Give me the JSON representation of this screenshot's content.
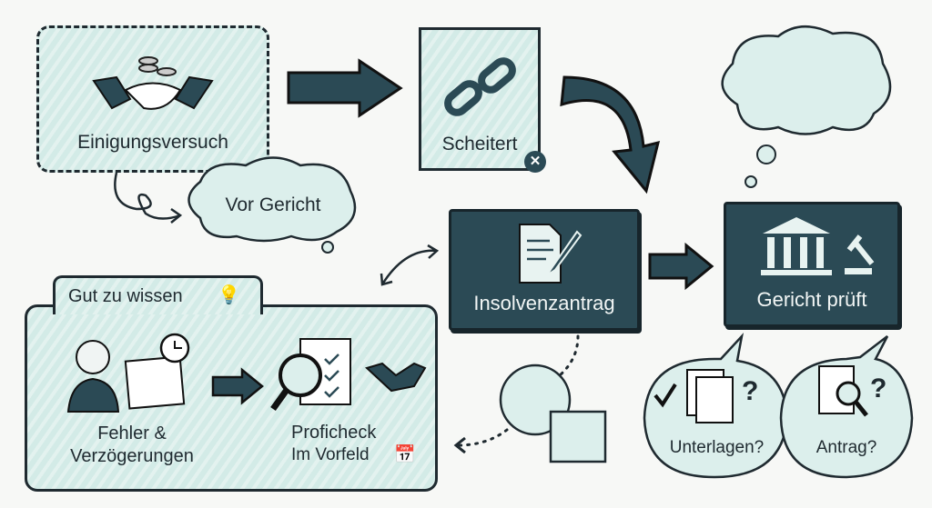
{
  "steps": {
    "agreement": "Einigungsversuch",
    "court_cloud": "Vor Gericht",
    "fail": "Scheitert",
    "application": "Insolvenzantrag",
    "court_review": "Gericht prüft"
  },
  "tips": {
    "title": "Gut zu wissen",
    "problem_line1": "Fehler &",
    "problem_line2": "Verzögerungen",
    "check_title": "Proficheck",
    "check_subtitle": "Im Vorfeld"
  },
  "bubbles": {
    "documents": "Unterlagen?",
    "application": "Antrag?"
  },
  "colors": {
    "dark": "#2b4a55",
    "light": "#d6ebe8",
    "ink": "#1f2a30"
  }
}
